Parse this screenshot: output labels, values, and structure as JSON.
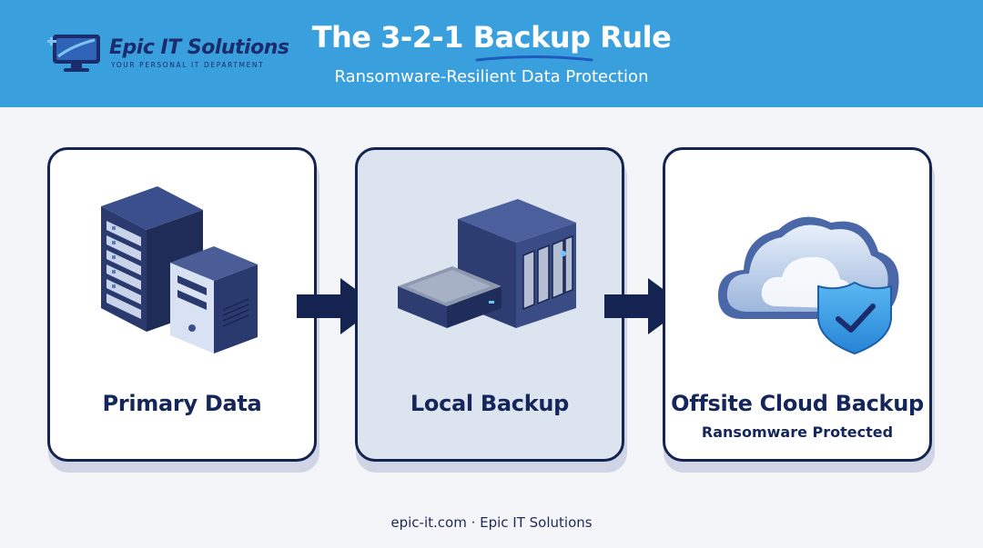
{
  "header": {
    "brand_name": "Epic IT Solutions",
    "brand_tagline": "YOUR PERSONAL IT DEPARTMENT",
    "title": "The 3-2-1 Backup Rule",
    "subtitle": "Ransomware-Resilient Data Protection"
  },
  "stages": [
    {
      "label": "Primary Data",
      "icon": "server-rack-icon"
    },
    {
      "label": "Local Backup",
      "icon": "nas-storage-icon"
    },
    {
      "label": "Offsite Cloud Backup",
      "sublabel": "Ransomware Protected",
      "icon": "cloud-shield-icon"
    }
  ],
  "footer": {
    "text": "epic-it.com · Epic IT Solutions"
  },
  "colors": {
    "header": "#3a9fdd",
    "navy": "#14234f",
    "highlight": "#dce4ef"
  }
}
